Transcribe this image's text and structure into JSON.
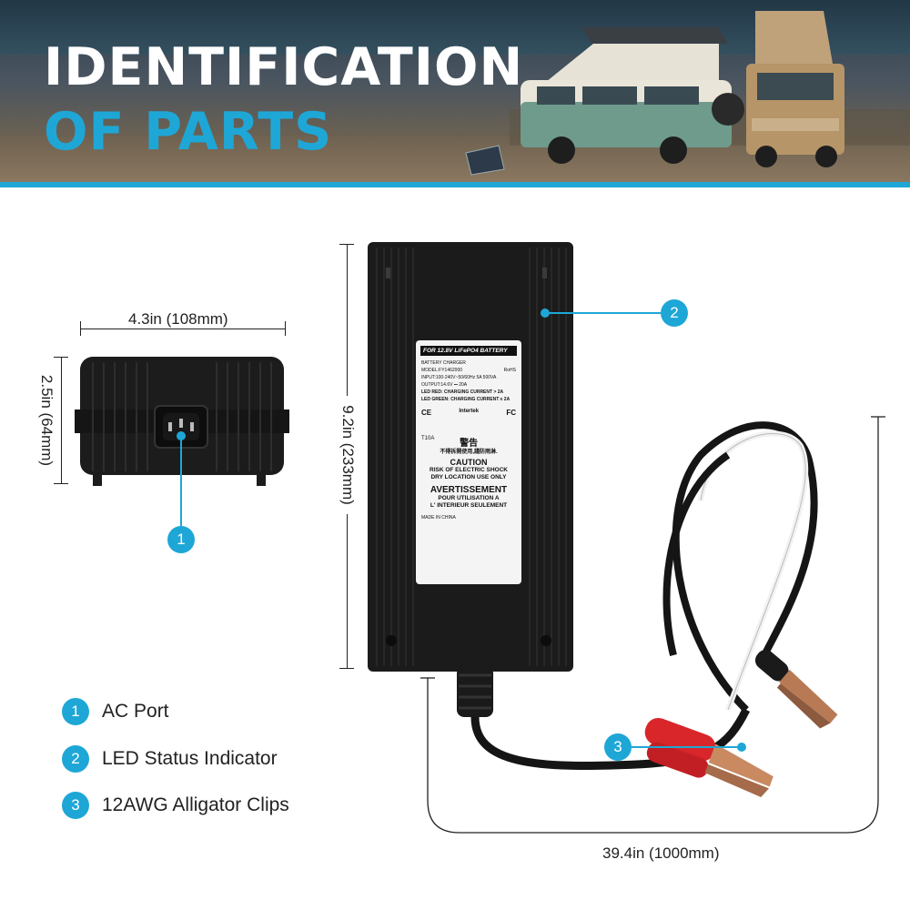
{
  "header": {
    "title_line1": "IDENTIFICATION",
    "title_line2": "OF PARTS"
  },
  "dimensions": {
    "side_width": "4.3in (108mm)",
    "side_height": "2.5in (64mm)",
    "body_length": "9.2in (233mm)",
    "cable_length": "39.4in (1000mm)"
  },
  "callouts": [
    "1",
    "2",
    "3"
  ],
  "legend": [
    {
      "num": "1",
      "label": "AC Port"
    },
    {
      "num": "2",
      "label": "LED Status Indicator"
    },
    {
      "num": "3",
      "label": "12AWG Alligator Clips"
    }
  ],
  "charger_label": {
    "header": "FOR 12.8V LiFePO4 BATTERY",
    "product": "BATTERY CHARGER",
    "rohs": "RoHS",
    "model": "MODEL:FY1462000",
    "input": "INPUT:100-240V~50/60Hz 5A 500VA",
    "output": "OUTPUT:14.6V ⎓ 20A",
    "led_red": "LED RED: CHARGING CURRENT > 2A",
    "led_green": "LED GREEN: CHARGING CURRENT ≤ 2A",
    "ce": "CE",
    "fc": "FC",
    "intertek": "Intertek",
    "fuse": "T10A",
    "warning_zh": "警告",
    "warning_zh_sub": "不得拆開使用,謹防雨淋.",
    "caution": "CAUTION",
    "caution_l1": "RISK OF ELECTRIC SHOCK",
    "caution_l2": "DRY LOCATION USE ONLY",
    "avertissement": "AVERTISSEMENT",
    "avert_l1": "POUR UTILISATION A",
    "avert_l2": "L' INTERIEUR SEULEMENT",
    "made_in": "MADE IN CHINA"
  },
  "colors": {
    "accent": "#1ea7d6",
    "charger_body": "#1b1b1b",
    "clip_red": "#d8262b",
    "clip_black": "#1a1a1a"
  }
}
